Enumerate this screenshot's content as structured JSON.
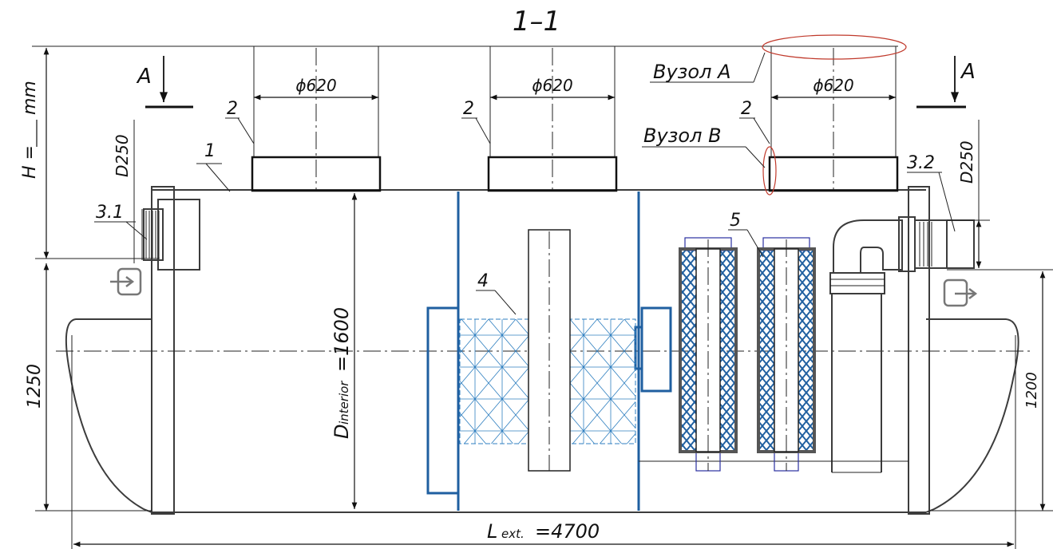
{
  "title": "1–1",
  "section_mark": "A",
  "diameters": [
    "ϕ620",
    "ϕ620",
    "ϕ620"
  ],
  "nodes": {
    "a": "Вузол  A",
    "b": "Вузол  B"
  },
  "positions": {
    "p1": "1",
    "p2": "2",
    "p31": "3.1",
    "p32": "3.2",
    "p4": "4",
    "p5": "5"
  },
  "dimensions": {
    "h_prefix": "H =",
    "h_unit": "mm",
    "d_left": "D250",
    "d_right": "D250",
    "left_height": "1250",
    "right_height": "1200",
    "d_interior": "D",
    "d_interior_sub": "interior",
    "d_interior_val": "=1600",
    "l_ext": "L",
    "l_ext_sub": "ext.",
    "l_ext_val": "=4700"
  },
  "colors": {
    "outline": "#3c3c3c",
    "filter_blue": "#1f5fa0",
    "mesh_blue": "#2f7fc0",
    "frame_navy": "#2a2fa0",
    "highlight_red": "#c0392b"
  }
}
